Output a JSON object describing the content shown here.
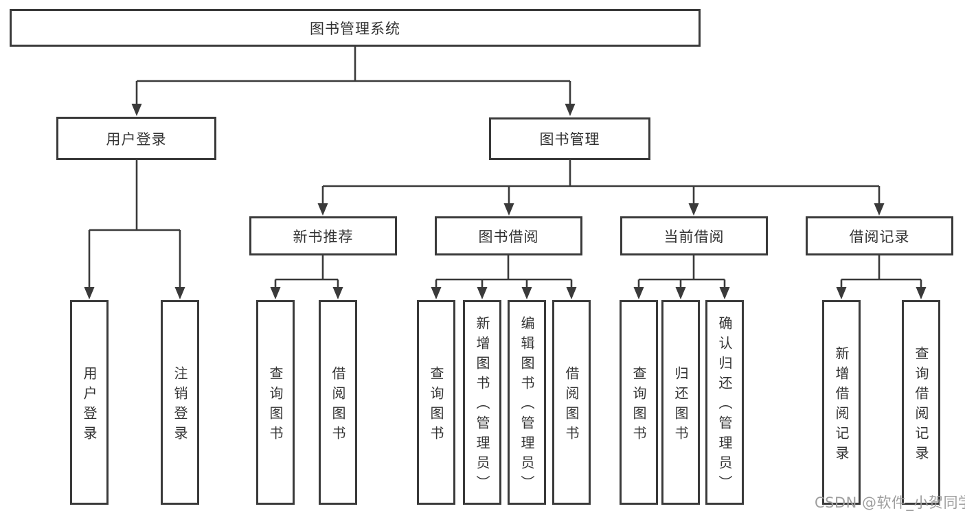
{
  "diagram": {
    "title": "图书管理系统",
    "children": [
      {
        "label": "用户登录",
        "children": [
          {
            "label": "用户登录"
          },
          {
            "label": "注销登录"
          }
        ]
      },
      {
        "label": "图书管理",
        "children": [
          {
            "label": "新书推荐",
            "children": [
              {
                "label": "查询图书"
              },
              {
                "label": "借阅图书"
              }
            ]
          },
          {
            "label": "图书借阅",
            "children": [
              {
                "label": "查询图书"
              },
              {
                "label": "新增图书（管理员）"
              },
              {
                "label": "编辑图书（管理员）"
              },
              {
                "label": "借阅图书"
              }
            ]
          },
          {
            "label": "当前借阅",
            "children": [
              {
                "label": "查询图书"
              },
              {
                "label": "归还图书"
              },
              {
                "label": "确认归还（管理员）"
              }
            ]
          },
          {
            "label": "借阅记录",
            "children": [
              {
                "label": "新增借阅记录"
              },
              {
                "label": "查询借阅记录"
              }
            ]
          }
        ]
      }
    ]
  },
  "watermark": {
    "text": "CSDN @软件_小贺同学"
  },
  "colors": {
    "line": "#3a3a3a",
    "text": "#333333",
    "box_fill": "#ffffff",
    "watermark": "#9e9e9e",
    "background": "#ffffff"
  }
}
